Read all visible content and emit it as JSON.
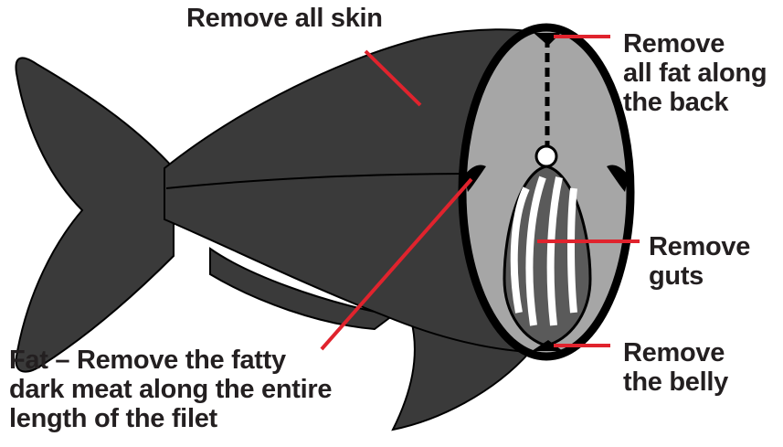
{
  "colors": {
    "body": "#3a3a3a",
    "outline": "#000000",
    "flesh": "#a6a6a6",
    "leader": "#e0232d",
    "text": "#231f20",
    "guts_stripe": "#ffffff"
  },
  "labels": {
    "skin": "Remove all skin",
    "back": [
      "Remove",
      "all fat along",
      "the back"
    ],
    "guts": [
      "Remove",
      "guts"
    ],
    "belly": [
      "Remove",
      "the belly"
    ],
    "fat": [
      "Fat – Remove the fatty",
      "dark meat along the entire",
      "length of the filet"
    ]
  }
}
